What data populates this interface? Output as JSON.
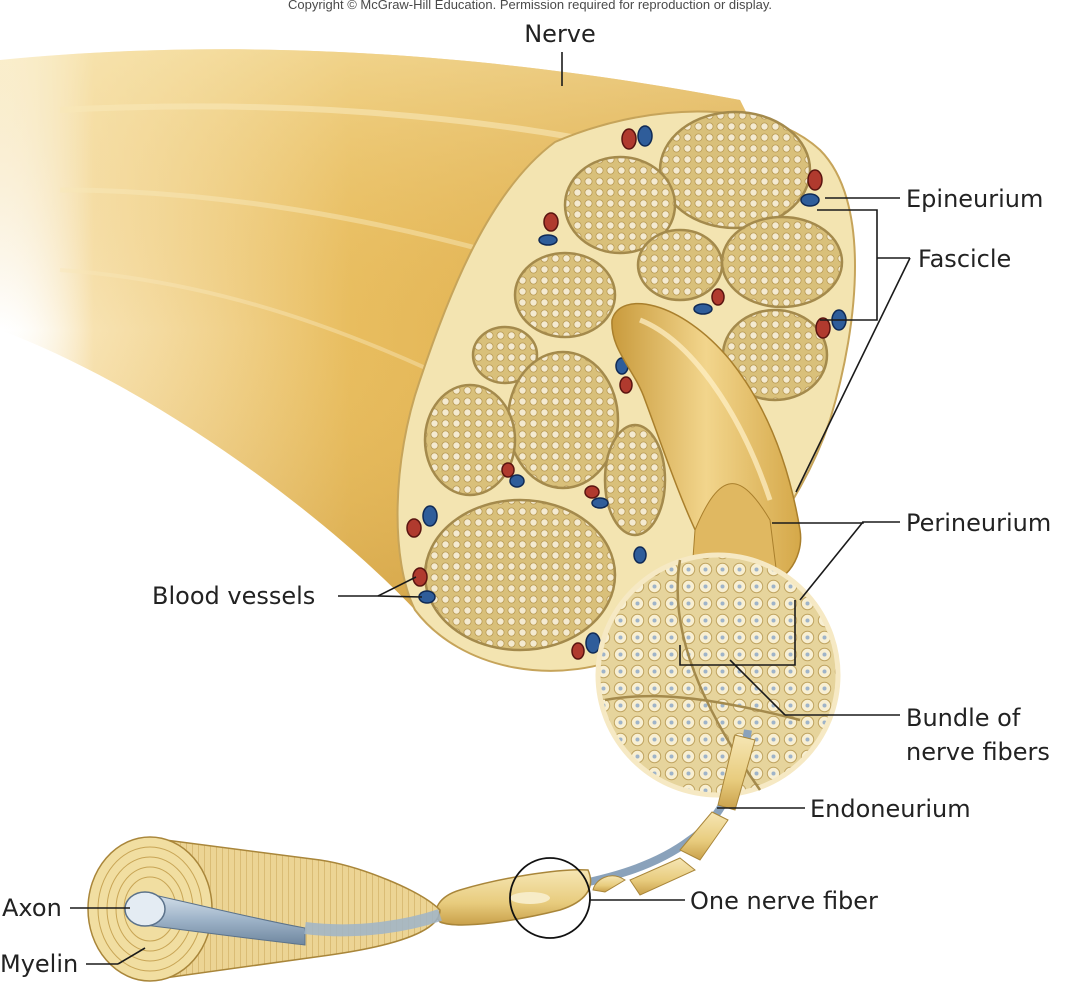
{
  "copyright": "Copyright © McGraw-Hill Education. Permission required for reproduction or display.",
  "labels": {
    "nerve": "Nerve",
    "epineurium": "Epineurium",
    "fascicle": "Fascicle",
    "perineurium": "Perineurium",
    "blood_vessels": "Blood vessels",
    "bundle_line1": "Bundle of",
    "bundle_line2": "nerve fibers",
    "endoneurium": "Endoneurium",
    "one_nerve_fiber": "One nerve fiber",
    "axon": "Axon",
    "myelin": "Myelin"
  },
  "colors": {
    "nerve_body": "#e8bd5f",
    "nerve_highlight": "#f6e2a8",
    "cross_section": "#f3e4b1",
    "fascicle_fill": "#d9c07a",
    "vein": "#2f5d9a",
    "artery": "#b03a2e",
    "axon": "#9fb4c9",
    "leader_line": "#1a1a1a"
  }
}
